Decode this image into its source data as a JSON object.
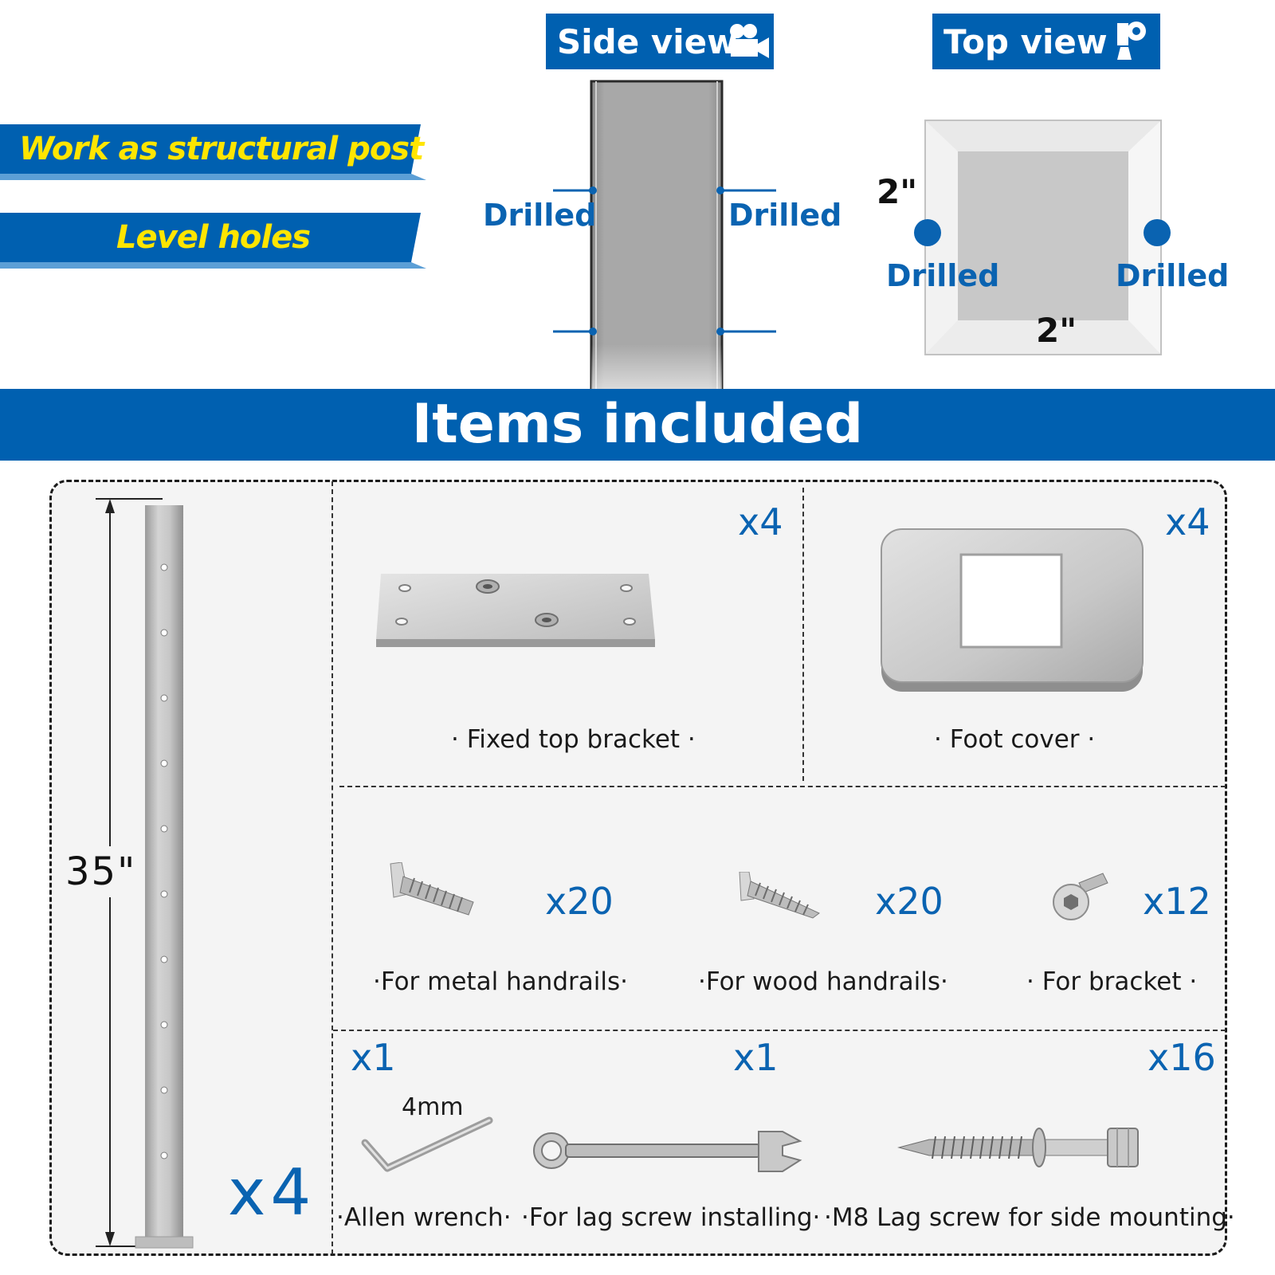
{
  "features": {
    "ribbon_1": "Work as structural post",
    "ribbon_2": "Level holes"
  },
  "side_view": {
    "tab_label": "Side view",
    "icon": "video-camera-icon",
    "label_left": "Drilled",
    "label_right": "Drilled"
  },
  "top_view": {
    "tab_label": "Top view",
    "icon": "spotlight-camera-icon",
    "dim_side": "2\"",
    "dim_bottom": "2\"",
    "label_left": "Drilled",
    "label_right": "Drilled"
  },
  "banner": {
    "title": "Items included"
  },
  "items": {
    "post": {
      "length": "35\"",
      "quantity": "x4"
    },
    "fixed_top_bracket": {
      "quantity": "x4",
      "caption": "· Fixed top bracket ·"
    },
    "foot_cover": {
      "quantity": "x4",
      "caption": "· Foot cover ·"
    },
    "metal_screw": {
      "quantity": "x20",
      "caption": "·For metal handrails·"
    },
    "wood_screw": {
      "quantity": "x20",
      "caption": "·For wood handrails·"
    },
    "bracket_screw": {
      "quantity": "x12",
      "caption": "· For bracket ·"
    },
    "allen_wrench": {
      "quantity": "x1",
      "size": "4mm",
      "caption": "·Allen wrench·"
    },
    "spanner": {
      "quantity": "x1",
      "caption": "·For lag screw installing·"
    },
    "lag_screw": {
      "quantity": "x16",
      "caption": "·M8 Lag screw for side mounting·"
    }
  },
  "colors": {
    "brand_blue": "#0060b0",
    "label_blue": "#0a63b1",
    "ribbon_text": "#ffe500"
  }
}
